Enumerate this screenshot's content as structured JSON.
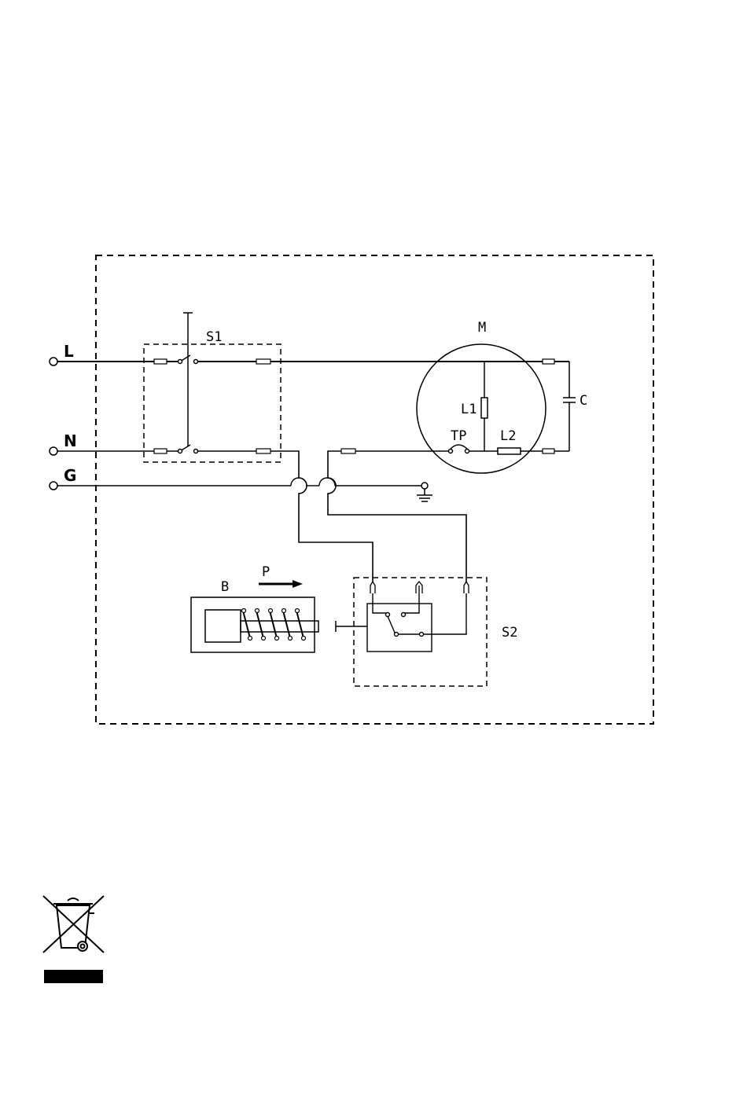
{
  "diagram": {
    "terminals": {
      "line": "L",
      "neutral": "N",
      "ground": "G"
    },
    "components": {
      "switch_s1": "S1",
      "motor": "M",
      "capacitor": "C",
      "winding_main": "L1",
      "winding_aux": "L2",
      "thermal_protector": "TP",
      "solenoid": "B",
      "force_arrow": "P",
      "switch_s2": "S2"
    }
  },
  "weee_symbol": {
    "icon": "crossed-out-wheelie-bin-icon"
  }
}
